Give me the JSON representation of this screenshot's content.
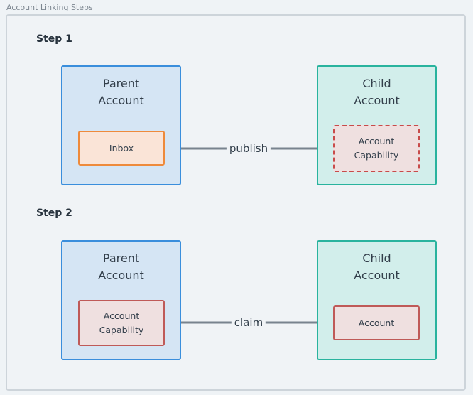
{
  "caption": "Account Linking Steps",
  "colors": {
    "parent_fill": "#d5e5f4",
    "parent_border": "#3a8edc",
    "child_fill": "#d2eeeb",
    "child_border": "#29b39e",
    "inbox_border": "#ee8a3b",
    "capability_border": "#bf5a58",
    "arrow": "#78838e"
  },
  "step1": {
    "title": "Step 1",
    "parent": {
      "title": "Parent\nAccount",
      "inner": "Inbox"
    },
    "child": {
      "title": "Child\nAccount",
      "inner": "Account\nCapability",
      "inner_style": "dashed"
    },
    "arrow": {
      "label": "publish",
      "direction": "child-to-parent"
    }
  },
  "step2": {
    "title": "Step 2",
    "parent": {
      "title": "Parent\nAccount",
      "inner": "Account\nCapability"
    },
    "child": {
      "title": "Child\nAccount",
      "inner": "Account"
    },
    "arrow": {
      "label": "claim",
      "direction": "parent-to-child"
    }
  }
}
